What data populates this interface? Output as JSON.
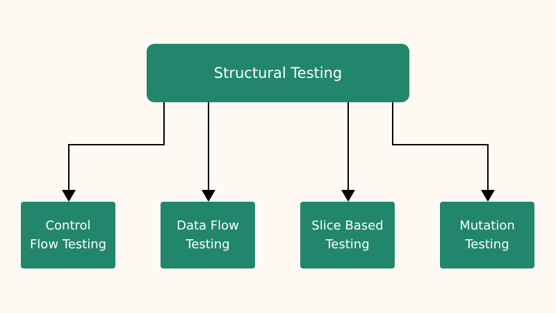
{
  "diagram": {
    "root": {
      "label": "Structural Testing"
    },
    "children": [
      {
        "line1": "Control",
        "line2": "Flow Testing"
      },
      {
        "line1": "Data Flow",
        "line2": "Testing"
      },
      {
        "line1": "Slice Based",
        "line2": "Testing"
      },
      {
        "line1": "Mutation",
        "line2": "Testing"
      }
    ]
  },
  "colors": {
    "background": "#FEF9F3",
    "node_fill": "#21866C",
    "node_text": "#FFFFFF",
    "connector": "#000000"
  }
}
